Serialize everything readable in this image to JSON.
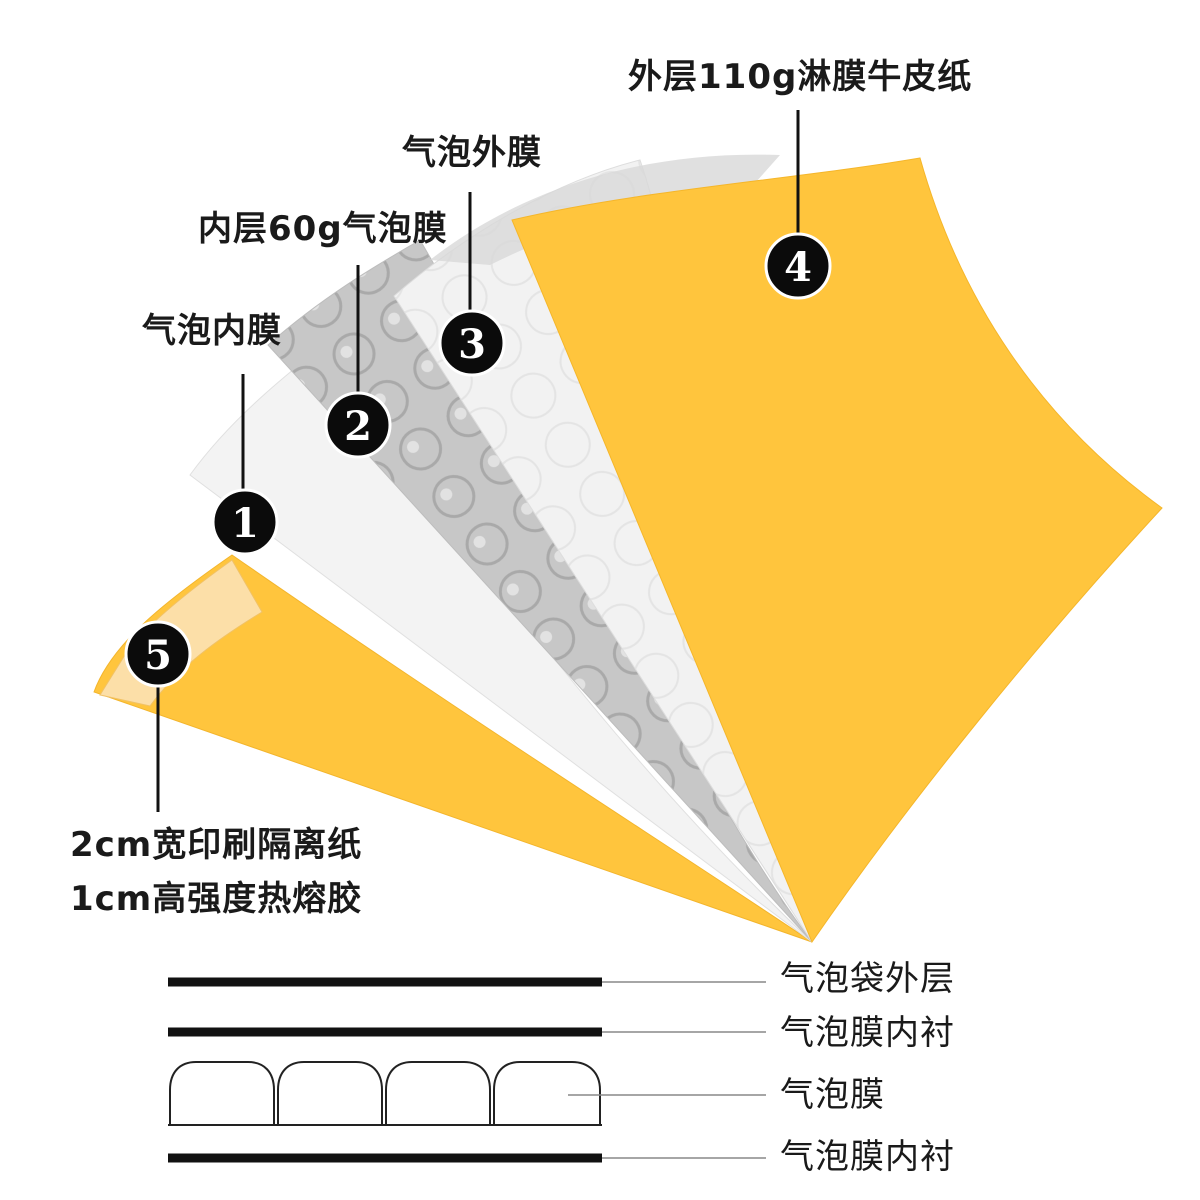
{
  "layers": [
    {
      "number": "1",
      "label": "气泡内膜"
    },
    {
      "number": "2",
      "label": "内层60g气泡膜"
    },
    {
      "number": "3",
      "label": "气泡外膜"
    },
    {
      "number": "4",
      "label": "外层110g淋膜牛皮纸"
    },
    {
      "number": "5",
      "label_line1": "2cm宽印刷隔离纸",
      "label_line2": "1cm高强度热熔胶"
    }
  ],
  "cross_section": [
    {
      "label": "气泡袋外层"
    },
    {
      "label": "气泡膜内衬"
    },
    {
      "label": "气泡膜"
    },
    {
      "label": "气泡膜内衬"
    }
  ],
  "colors": {
    "kraft": "#FFC53D",
    "kraft_edge": "#F5B62A",
    "bubble_film": "#C9C9C9",
    "white_film": "#F4F4F4",
    "badge": "#0B0B0B"
  }
}
